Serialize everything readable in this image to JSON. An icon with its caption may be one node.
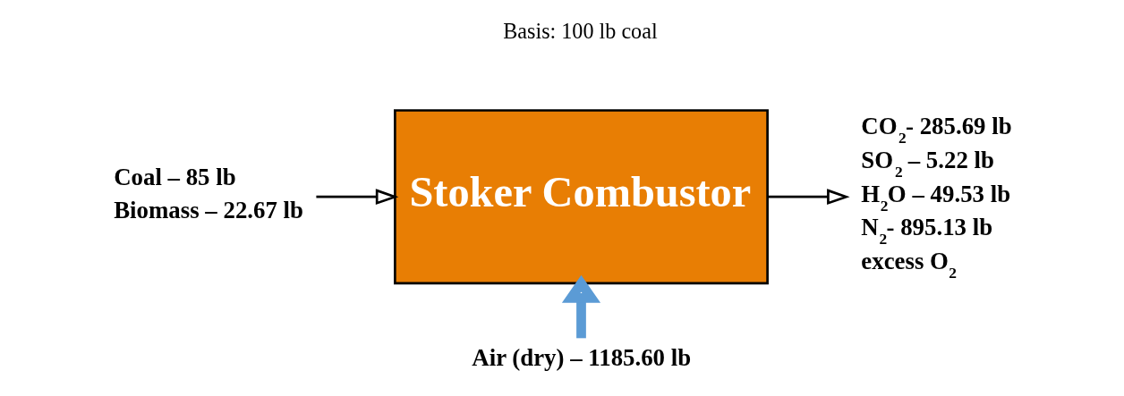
{
  "diagram": {
    "nodes": [
      {
        "text": [
          "Coal – 85 lb",
          "Biomass – 22.67 lb"
        ]
      },
      {
        "text": [
          "Stoker Combustor"
        ]
      },
      {
        "text": [
          "CO$_{2}$- 285.69 lb",
          "SO$_{2}$ – 5.22 lb",
          "H$_{2}$O – 49.53 lb",
          "N$_{2}$- 895.13 lb",
          "excess O$_{2}$"
        ]
      },
      {
        "text": [
          "Air (dry) – 1185.60 lb"
        ]
      }
    ],
    "edges": [
      {
        "from": 0,
        "to": 1,
        "arrow": "to"
      },
      {
        "from": 1,
        "to": 2,
        "arrow": "to"
      },
      {
        "from": 3,
        "to": 1,
        "arrow": "to",
        "style": "thick",
        "color": "#5b9bd5"
      }
    ],
    "labels": [
      "Basis: 100 lb coal"
    ]
  }
}
